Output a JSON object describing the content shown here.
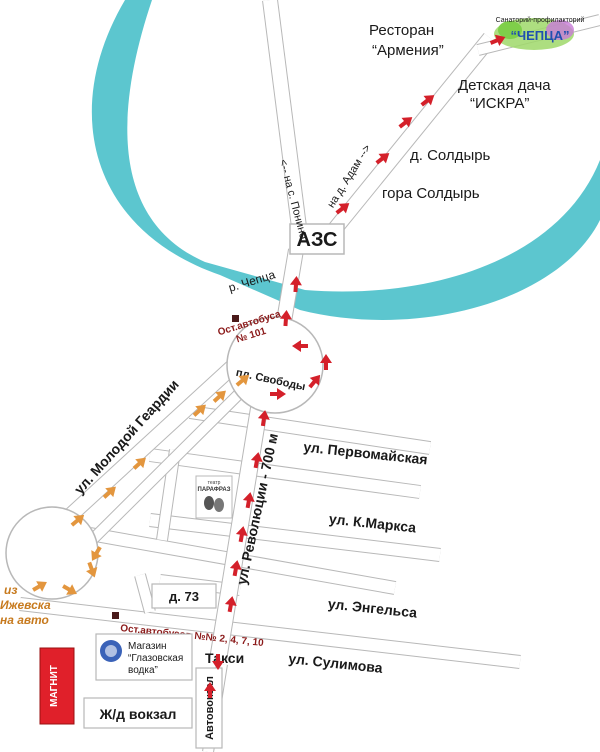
{
  "colors": {
    "river": "#5cc6cf",
    "road_fill": "#ffffff",
    "road_edge": "#b8b8b8",
    "arrow_red": "#d4202a",
    "arrow_orange": "#e3963e",
    "text_red": "#8b1a1a",
    "text_orange": "#c77a1e",
    "magnit_red": "#e0202a"
  },
  "labels": {
    "restaurant_line1": "Ресторан",
    "restaurant_line2": "“Армения”",
    "dacha_line1": "Детская дача",
    "dacha_line2": "“ИСКРА”",
    "soldyr_village": "д. Солдырь",
    "soldyr_mountain": "гора Солдырь",
    "to_ponino": "<-- на с. Понино",
    "to_adam": "на д. Адам -->",
    "azs": "АЗС",
    "river": "р. Чепца",
    "bus_stop_101_line1": "Ост.автобуса",
    "bus_stop_101_line2": "№ 101",
    "svobody": "пл. Свободы",
    "molodoy_gvardii": "ул. Молодой Геардии",
    "revolyutsii": "ул. Революции - 700 м",
    "pervomayskaya": "ул. Первомайская",
    "k_marksa": "ул. К.Маркса",
    "engelsa": "ул. Энгельса",
    "sulimova": "ул. Сулимова",
    "d73": "д. 73",
    "bus_stops": "Ост.автобусов №№ 2, 4, 7, 10",
    "taxi": "Такси",
    "shop_line1": "Магазин",
    "shop_line2": "“Глазовская",
    "shop_line3": "водка”",
    "zhd": "Ж/д вокзал",
    "avtovokzal": "Автовокзал",
    "from_izhevsk_line1": "из",
    "from_izhevsk_line2": "Ижевска",
    "from_izhevsk_line3": "на авто",
    "magnit": "МАГНИТ",
    "theatre_line1": "театр",
    "theatre_line2": "ПАРАФРАЗ",
    "sanatorium_small": "Санаторий-профилакторий",
    "sanatorium_big": "“ЧЕПЦА”"
  },
  "icons": {
    "theatre": "theatre-masks-icon",
    "shop": "shop-globe-icon",
    "bus_stop": "bus-stop-square-icon",
    "arrow": "direction-arrow-icon"
  }
}
